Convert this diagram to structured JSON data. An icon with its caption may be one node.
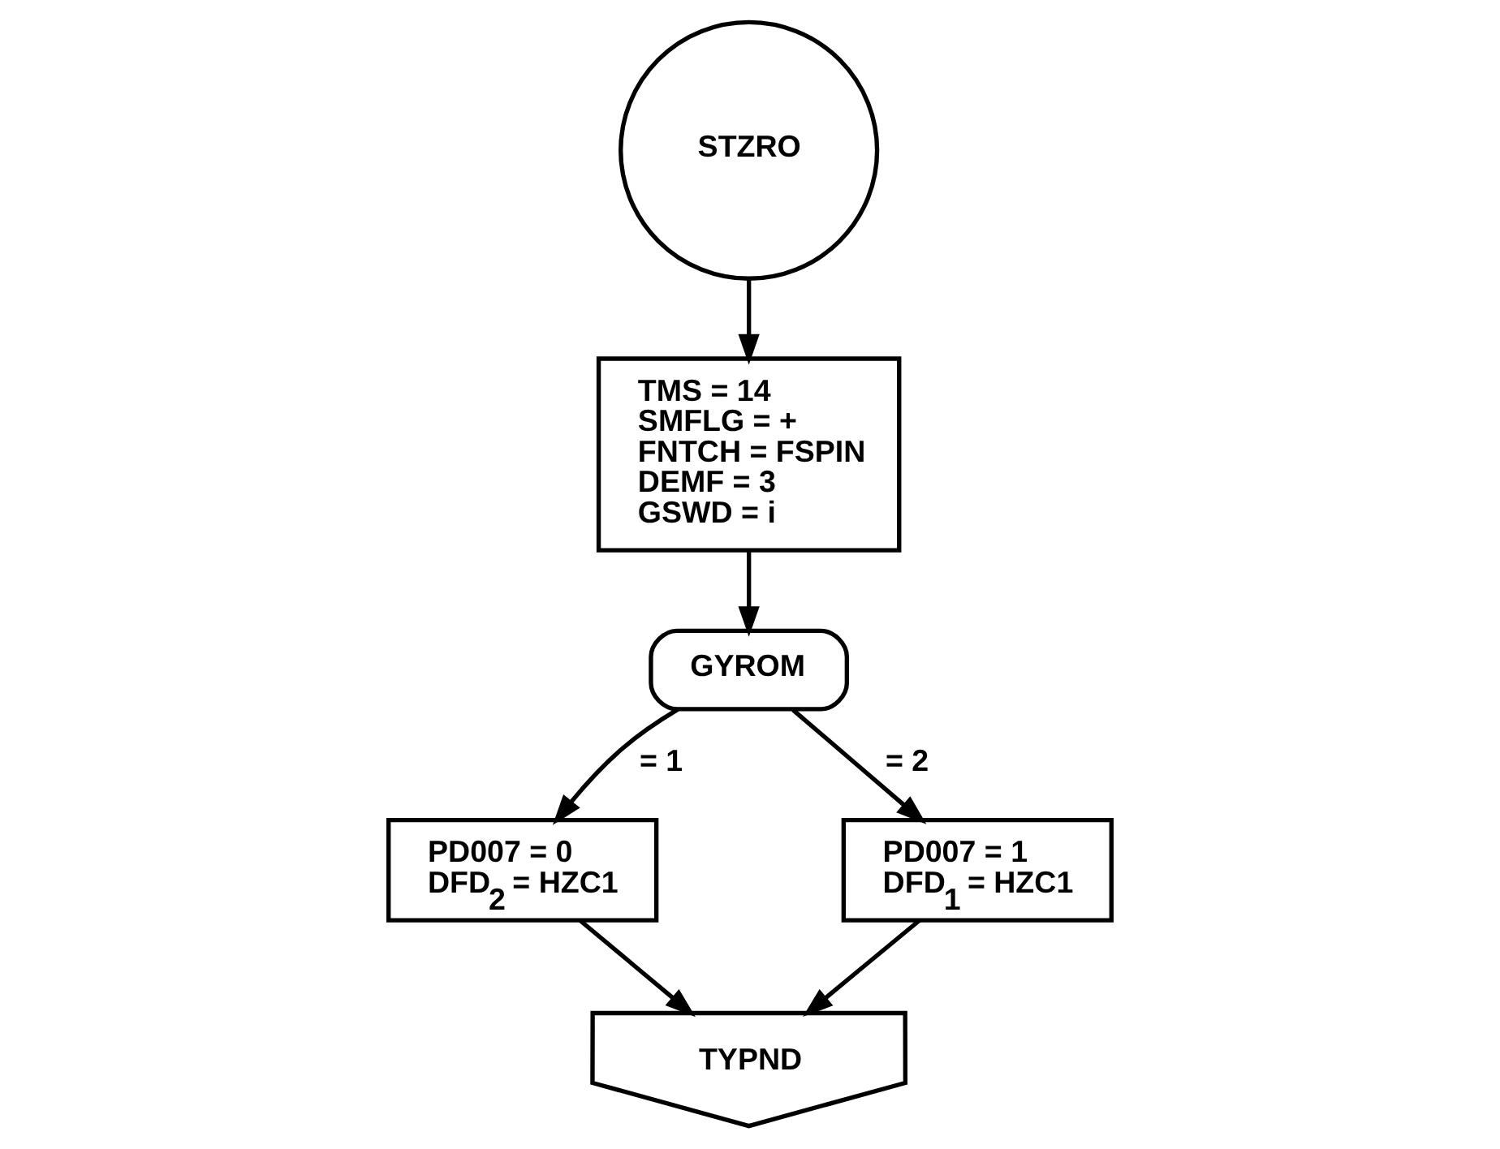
{
  "diagram": {
    "nodes": [
      {
        "text": [
          "STZRO"
        ]
      },
      {
        "text": [
          "TMS = 14",
          "SMFLG = +",
          "FNTCH = FSPIN",
          "DEMF = 3",
          "GSWD = i"
        ]
      },
      {
        "text": [
          "GYROM"
        ]
      },
      {
        "text": [
          "PD007 = 0",
          "DFD$_{2}$ = HZC1"
        ]
      },
      {
        "text": [
          "PD007 = 1",
          "DFD$_{1}$ = HZC1"
        ]
      },
      {
        "text": [
          "TYPND"
        ]
      }
    ],
    "edges": [
      {
        "from": 0,
        "to": 1,
        "arrow": "to"
      },
      {
        "from": 1,
        "to": 2,
        "arrow": "to"
      },
      {
        "from": 2,
        "to": 3,
        "arrow": "to",
        "label": "= 1"
      },
      {
        "from": 2,
        "to": 4,
        "arrow": "to",
        "label": "= 2"
      },
      {
        "from": 3,
        "to": 5,
        "arrow": "to"
      },
      {
        "from": 4,
        "to": 5,
        "arrow": "to"
      }
    ]
  }
}
